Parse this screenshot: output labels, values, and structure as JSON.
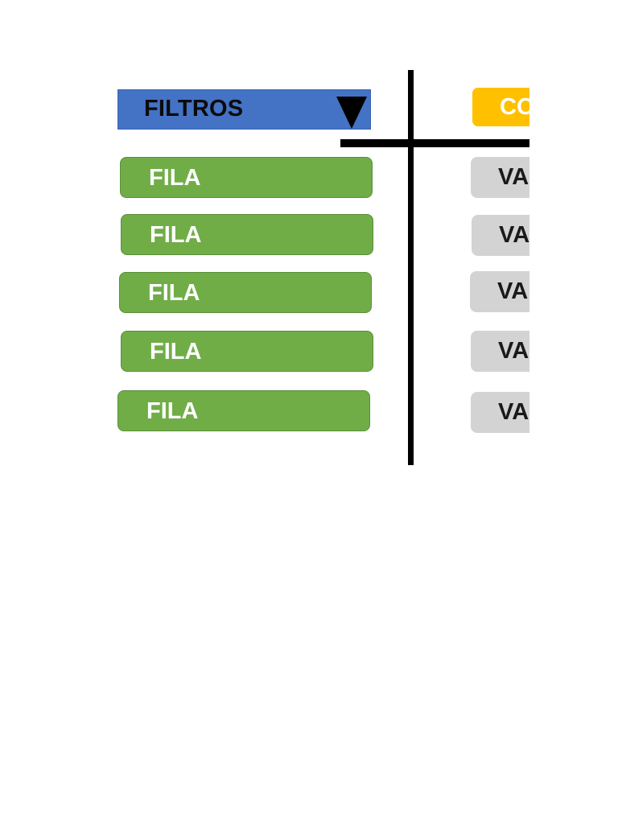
{
  "filter": {
    "label": "FILTROS",
    "color": "#4472c4"
  },
  "column_header": {
    "label": "CO",
    "color": "#ffc000"
  },
  "rows": [
    {
      "label": "FILA",
      "value": "VA"
    },
    {
      "label": "FILA",
      "value": "VA"
    },
    {
      "label": "FILA",
      "value": "VA"
    },
    {
      "label": "FILA",
      "value": "VA"
    },
    {
      "label": "FILA",
      "value": "VA"
    }
  ],
  "colors": {
    "row_fill": "#70ad47",
    "value_fill": "#d3d3d3",
    "divider": "#000000"
  },
  "icons": {
    "filter_arrow": "triangle-down-icon"
  }
}
